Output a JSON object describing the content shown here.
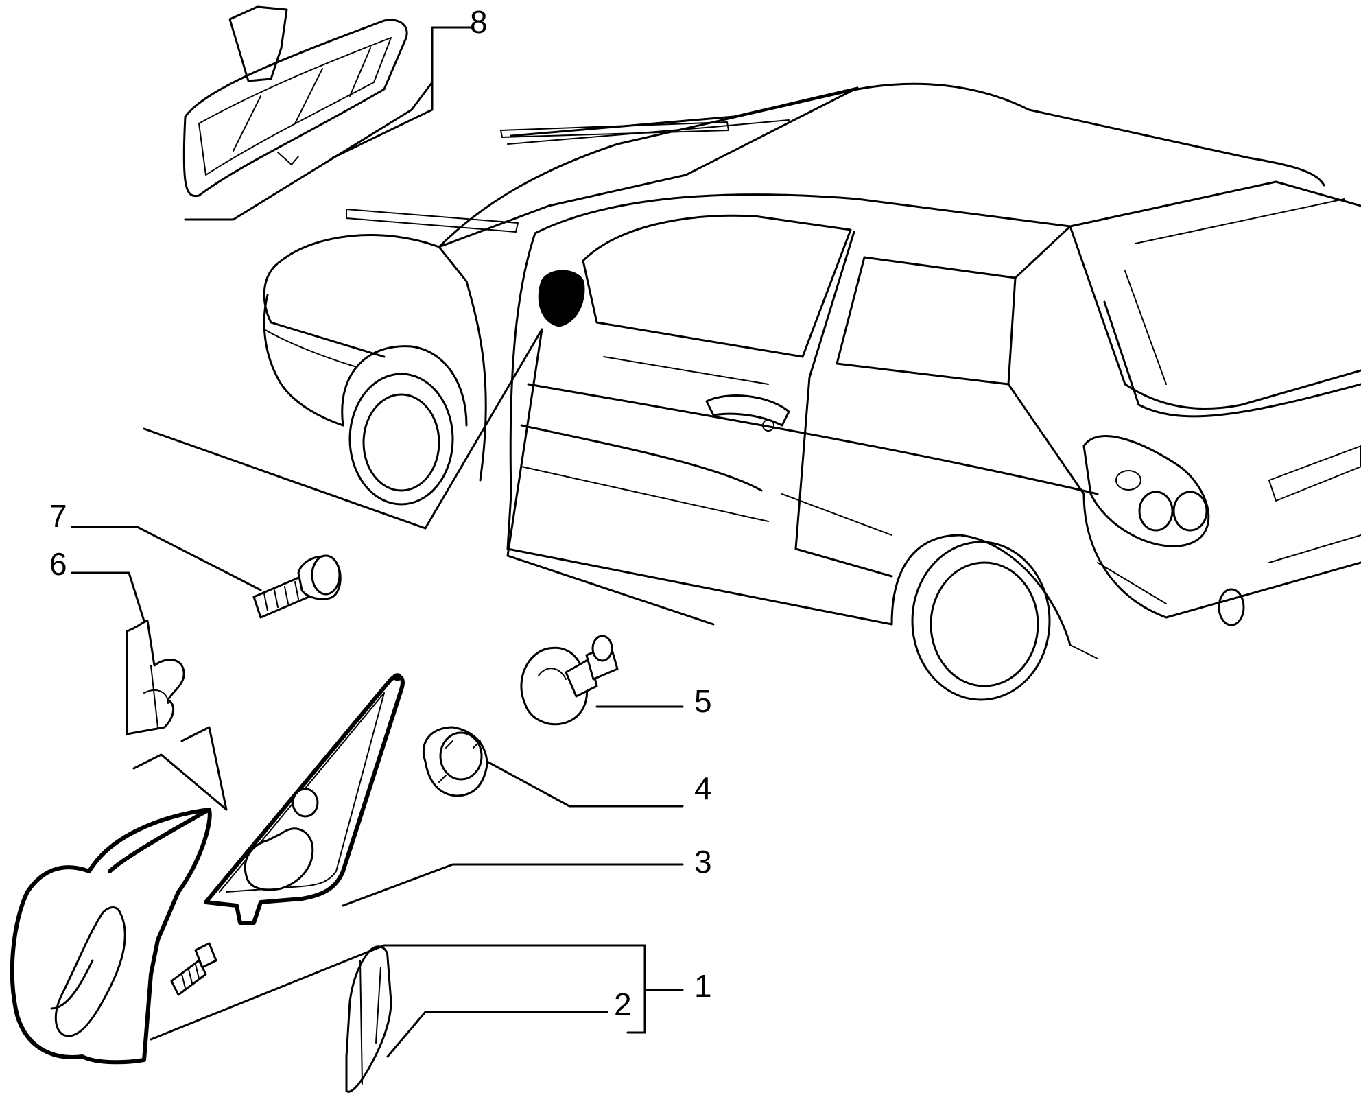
{
  "callouts": [
    "8",
    "7",
    "6",
    "5",
    "4",
    "3",
    "1",
    "2"
  ]
}
